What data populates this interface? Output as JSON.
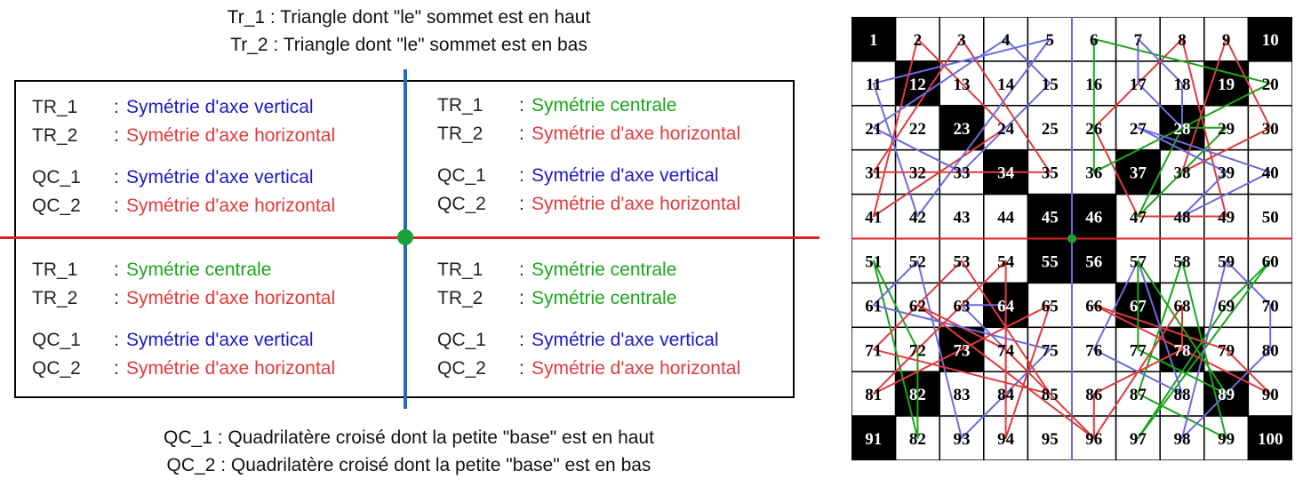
{
  "legend_top": [
    "Tr_1 : Triangle dont \"le\" sommet est en haut",
    "Tr_2 : Triangle dont \"le\" sommet est en bas"
  ],
  "legend_bottom": [
    "QC_1 : Quadrilatère croisé dont la petite \"base\" est en haut",
    "QC_2 : Quadrilatère croisé dont la petite \"base\" est en bas"
  ],
  "quadrants": {
    "top_left": [
      {
        "key": "TR_1",
        "value": "Symétrie d'axe vertical",
        "color": "blue"
      },
      {
        "key": "TR_2",
        "value": "Symétrie d'axe horizontal",
        "color": "red"
      },
      {
        "key": "QC_1",
        "value": "Symétrie d'axe vertical",
        "color": "blue"
      },
      {
        "key": "QC_2",
        "value": "Symétrie d'axe horizontal",
        "color": "red"
      }
    ],
    "top_right": [
      {
        "key": "TR_1",
        "value": "Symétrie centrale",
        "color": "green"
      },
      {
        "key": "TR_2",
        "value": "Symétrie d'axe horizontal",
        "color": "red"
      },
      {
        "key": "QC_1",
        "value": "Symétrie d'axe vertical",
        "color": "blue"
      },
      {
        "key": "QC_2",
        "value": "Symétrie d'axe horizontal",
        "color": "red"
      }
    ],
    "bottom_left": [
      {
        "key": "TR_1",
        "value": "Symétrie centrale",
        "color": "green"
      },
      {
        "key": "TR_2",
        "value": "Symétrie d'axe horizontal",
        "color": "red"
      },
      {
        "key": "QC_1",
        "value": "Symétrie d'axe vertical",
        "color": "blue"
      },
      {
        "key": "QC_2",
        "value": "Symétrie d'axe horizontal",
        "color": "red"
      }
    ],
    "bottom_right": [
      {
        "key": "TR_1",
        "value": "Symétrie centrale",
        "color": "green"
      },
      {
        "key": "TR_2",
        "value": "Symétrie centrale",
        "color": "green"
      },
      {
        "key": "QC_1",
        "value": "Symétrie d'axe vertical",
        "color": "blue"
      },
      {
        "key": "QC_2",
        "value": "Symétrie d'axe horizontal",
        "color": "red"
      }
    ]
  },
  "separator": ":",
  "colors": {
    "blue": "#1a1ac8",
    "red": "#e23a3a",
    "green": "#1aa61a",
    "axis_vertical": "#1f6db3",
    "axis_horizontal": "#e02020",
    "center": "#18a33a",
    "grid_blue": "#6b6be0"
  },
  "grid": {
    "rows": 10,
    "cols": 10,
    "numbers": [
      1,
      2,
      3,
      4,
      5,
      6,
      7,
      8,
      9,
      10,
      11,
      12,
      13,
      14,
      15,
      16,
      17,
      18,
      19,
      20,
      21,
      22,
      23,
      24,
      25,
      26,
      27,
      28,
      29,
      30,
      31,
      32,
      33,
      34,
      35,
      36,
      37,
      38,
      39,
      40,
      41,
      42,
      43,
      44,
      45,
      46,
      47,
      48,
      49,
      50,
      51,
      52,
      53,
      54,
      55,
      56,
      57,
      58,
      59,
      60,
      61,
      62,
      63,
      64,
      65,
      66,
      67,
      68,
      69,
      70,
      71,
      72,
      73,
      74,
      75,
      76,
      77,
      78,
      79,
      80,
      81,
      82,
      83,
      84,
      85,
      86,
      87,
      88,
      89,
      90,
      91,
      82,
      93,
      94,
      95,
      96,
      97,
      98,
      99,
      100
    ],
    "black_cells": [
      1,
      10,
      12,
      19,
      23,
      28,
      34,
      37,
      45,
      46,
      55,
      56,
      64,
      67,
      73,
      78,
      82,
      89,
      91,
      100
    ],
    "figures": [
      {
        "color": "red",
        "cells": [
          2,
          41,
          24
        ]
      },
      {
        "color": "red",
        "cells": [
          3,
          35,
          31
        ]
      },
      {
        "color": "blue",
        "cells": [
          5,
          42,
          11
        ]
      },
      {
        "color": "blue",
        "cells": [
          4,
          21,
          33,
          15
        ]
      },
      {
        "color": "red",
        "cells": [
          8,
          26,
          47,
          49
        ]
      },
      {
        "color": "red",
        "cells": [
          9,
          30,
          38
        ]
      },
      {
        "color": "green",
        "cells": [
          6,
          20,
          36
        ]
      },
      {
        "color": "green",
        "cells": [
          28,
          47,
          29
        ]
      },
      {
        "color": "blue",
        "cells": [
          7,
          18,
          28,
          17
        ]
      },
      {
        "color": "blue",
        "cells": [
          39,
          48,
          40,
          27
        ]
      },
      {
        "color": "green",
        "cells": [
          51,
          72,
          92
        ]
      },
      {
        "color": "red",
        "cells": [
          62,
          74,
          96
        ]
      },
      {
        "color": "blue",
        "cells": [
          52,
          61,
          75,
          93
        ]
      },
      {
        "color": "red",
        "cells": [
          53,
          71,
          85
        ]
      },
      {
        "color": "blue",
        "cells": [
          64,
          63,
          74,
          84
        ]
      },
      {
        "color": "red",
        "cells": [
          54,
          81,
          65,
          94
        ]
      },
      {
        "color": "green",
        "cells": [
          58,
          87,
          99
        ]
      },
      {
        "color": "green",
        "cells": [
          60,
          69,
          97
        ]
      },
      {
        "color": "blue",
        "cells": [
          57,
          76,
          88
        ]
      },
      {
        "color": "blue",
        "cells": [
          59,
          70,
          80,
          98
        ]
      },
      {
        "color": "red",
        "cells": [
          66,
          79,
          90
        ]
      },
      {
        "color": "red",
        "cells": [
          86,
          78,
          68,
          96
        ]
      },
      {
        "color": "green",
        "cells": [
          57,
          77,
          89
        ]
      }
    ]
  }
}
